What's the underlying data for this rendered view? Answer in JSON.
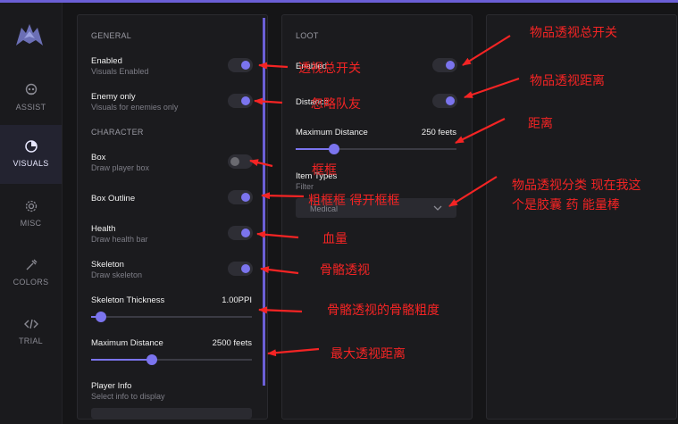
{
  "sidebar": {
    "items": [
      {
        "label": "ASSIST",
        "icon": "skull-icon"
      },
      {
        "label": "VISUALS",
        "icon": "eye-icon",
        "active": true
      },
      {
        "label": "MISC",
        "icon": "gear-icon"
      },
      {
        "label": "COLORS",
        "icon": "dropper-icon"
      },
      {
        "label": "TRIAL",
        "icon": "code-icon"
      }
    ]
  },
  "general": {
    "title": "GENERAL",
    "enabled": {
      "label": "Enabled",
      "sub": "Visuals Enabled",
      "on": true
    },
    "enemy_only": {
      "label": "Enemy only",
      "sub": "Visuals for enemies only",
      "on": true
    }
  },
  "character": {
    "title": "CHARACTER",
    "box": {
      "label": "Box",
      "sub": "Draw player box",
      "on": false
    },
    "box_outline": {
      "label": "Box Outline",
      "on": true
    },
    "health": {
      "label": "Health",
      "sub": "Draw health bar",
      "on": true
    },
    "skeleton": {
      "label": "Skeleton",
      "sub": "Draw skeleton",
      "on": true
    },
    "skeleton_thickness": {
      "label": "Skeleton Thickness",
      "value": "1.00PPI",
      "fraction": 0.06
    },
    "max_distance": {
      "label": "Maximum Distance",
      "value": "2500 feets",
      "fraction": 0.38
    },
    "player_info": {
      "label": "Player Info",
      "sub": "Select info to display"
    }
  },
  "loot": {
    "title": "LOOT",
    "enabled": {
      "label": "Enabled",
      "on": true
    },
    "distance": {
      "label": "Distance",
      "on": true
    },
    "max_distance": {
      "label": "Maximum Distance",
      "value": "250 feets",
      "fraction": 0.24
    },
    "item_types": {
      "label": "Item Types",
      "sub": "Filter",
      "selected": "Medical"
    }
  },
  "annotations": {
    "a1": "透视总开关",
    "a2": "忽略队友",
    "a3": "框框",
    "a4": "粗框框 得开框框",
    "a5": "血量",
    "a6": "骨骼透视",
    "a7": "骨骼透视的骨骼粗度",
    "a8": "最大透视距离",
    "a9": "物品透视总开关",
    "a10": "物品透视距离",
    "a11": "距离",
    "a12": "物品透视分类 现在我这",
    "a13": "个是胶囊 药 能量棒"
  },
  "colors": {
    "accent": "#7b74ee",
    "annotation": "#f42424"
  }
}
